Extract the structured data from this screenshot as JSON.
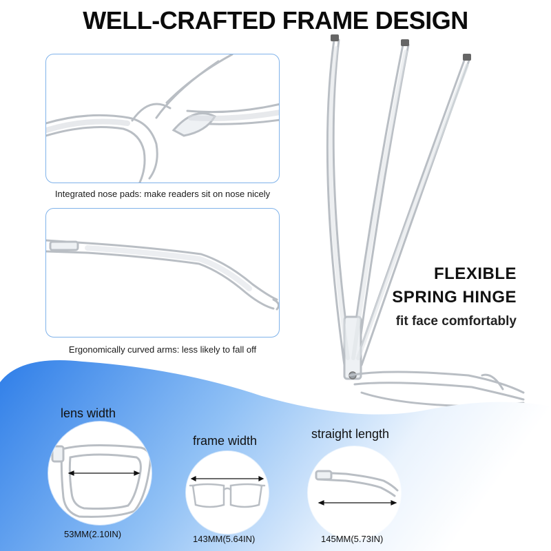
{
  "title": "WELL-CRAFTED FRAME DESIGN",
  "features": {
    "nose_pads_caption": "Integrated nose pads: make readers sit on nose nicely",
    "arms_caption": "Ergonomically curved arms: less likely to fall off"
  },
  "hinge": {
    "line1": "FLEXIBLE",
    "line2": "SPRING HINGE",
    "subtitle": "fit face comfortably"
  },
  "dimensions": {
    "lens_width": {
      "label": "lens width",
      "value": "53MM(2.10IN)"
    },
    "frame_width": {
      "label": "frame width",
      "value": "143MM(5.64IN)"
    },
    "straight_length": {
      "label": "straight length",
      "value": "145MM(5.73IN)"
    }
  },
  "colors": {
    "panel_border": "#7fb2ea",
    "gradient_start": "#2f7ee8",
    "gradient_end": "#ffffff",
    "frame_stroke": "#b9bec4"
  }
}
